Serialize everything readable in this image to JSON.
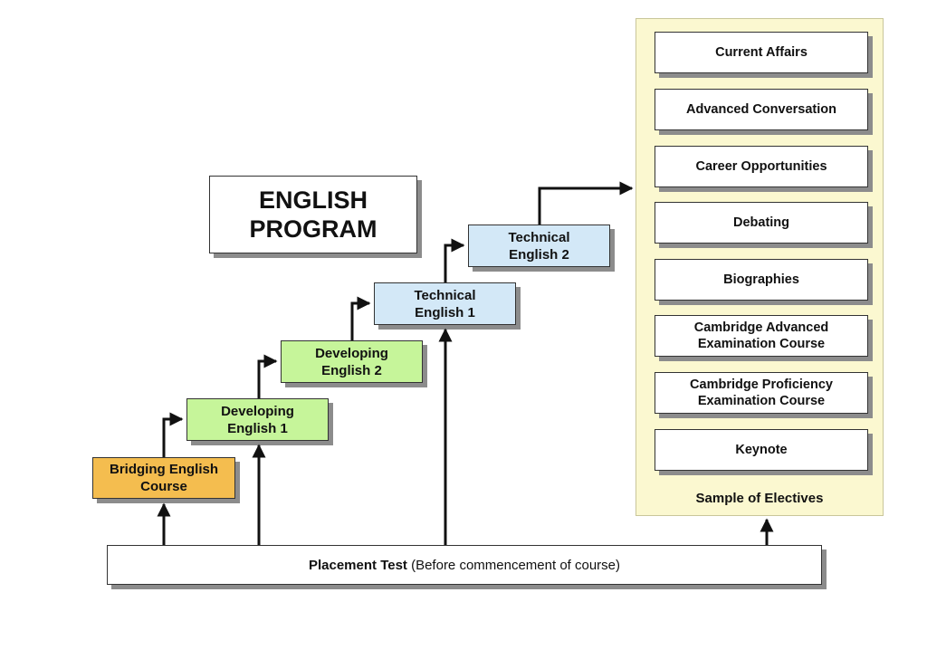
{
  "title": {
    "line1": "ENGLISH",
    "line2": "PROGRAM"
  },
  "steps": {
    "bridging": {
      "line1": "Bridging English",
      "line2": "Course"
    },
    "dev1": {
      "line1": "Developing",
      "line2": "English 1"
    },
    "dev2": {
      "line1": "Developing",
      "line2": "English 2"
    },
    "tech1": {
      "line1": "Technical",
      "line2": "English 1"
    },
    "tech2": {
      "line1": "Technical",
      "line2": "English 2"
    }
  },
  "electives": {
    "items": [
      {
        "line1": "Current Affairs",
        "line2": ""
      },
      {
        "line1": "Advanced Conversation",
        "line2": ""
      },
      {
        "line1": "Career Opportunities",
        "line2": ""
      },
      {
        "line1": "Debating",
        "line2": ""
      },
      {
        "line1": "Biographies",
        "line2": ""
      },
      {
        "line1": "Cambridge Advanced",
        "line2": "Examination Course"
      },
      {
        "line1": "Cambridge Proficiency",
        "line2": "Examination Course"
      },
      {
        "line1": "Keynote",
        "line2": ""
      }
    ],
    "label": "Sample of Electives"
  },
  "placement": {
    "bold": "Placement Test",
    "rest": " (Before commencement of course)"
  },
  "colors": {
    "bridging": "#f4bd4f",
    "developing": "#c6f59a",
    "technical": "#d3e8f7",
    "electives_bg": "#fbf8d0"
  }
}
